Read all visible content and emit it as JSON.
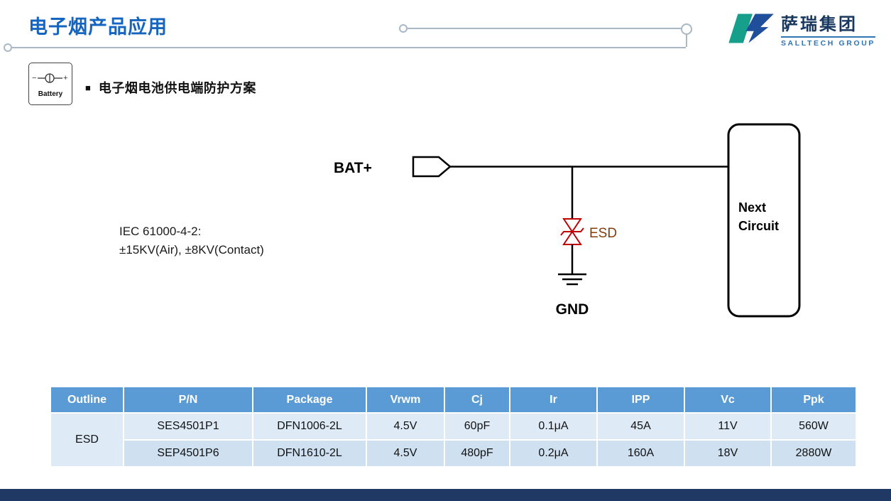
{
  "page": {
    "title": "电子烟产品应用"
  },
  "logo": {
    "name_cn": "萨瑞集团",
    "name_en": "SALLTECH GROUP"
  },
  "battery_icon": {
    "label": "Battery"
  },
  "section": {
    "bullet": "■",
    "heading": "电子烟电池供电端防护方案"
  },
  "diagram": {
    "bat_label": "BAT+",
    "esd_label": "ESD",
    "gnd_label": "GND",
    "next_circuit_line1": "Next",
    "next_circuit_line2": "Circuit",
    "iec_line1": "IEC 61000-4-2:",
    "iec_line2": "±15KV(Air), ±8KV(Contact)"
  },
  "table": {
    "headers": [
      "Outline",
      "P/N",
      "Package",
      "Vrwm",
      "Cj",
      "Ir",
      "IPP",
      "Vc",
      "Ppk"
    ],
    "outline_value": "ESD",
    "rows": [
      [
        "SES4501P1",
        "DFN1006-2L",
        "4.5V",
        "60pF",
        "0.1μA",
        "45A",
        "11V",
        "560W"
      ],
      [
        "SEP4501P6",
        "DFN1610-2L",
        "4.5V",
        "480pF",
        "0.2μA",
        "160A",
        "18V",
        "2880W"
      ]
    ]
  },
  "colors": {
    "title_blue": "#1565C0",
    "table_header_blue": "#5B9BD5",
    "row_light": "#DEEBF7",
    "row_medium": "#CFE0F1",
    "footer_navy": "#1F3864",
    "esd_red": "#C00000",
    "esd_label_brown": "#843C0C",
    "logo_teal": "#16A08C",
    "logo_blue": "#1F4E9B"
  }
}
